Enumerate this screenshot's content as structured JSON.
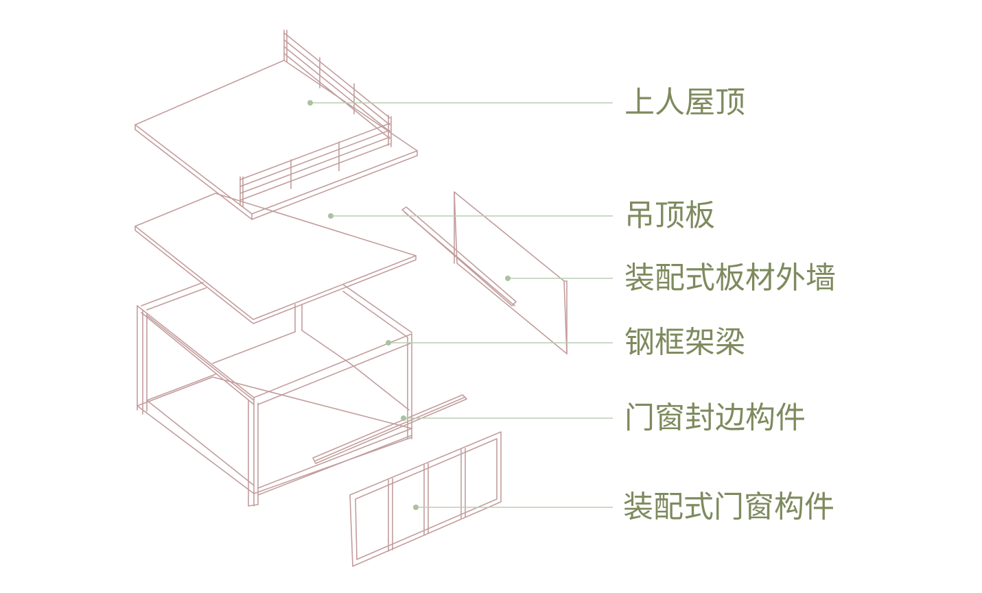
{
  "colors": {
    "structure": "#c29c9c",
    "leader": "#b9cdb2",
    "dot": "#a9c2a0",
    "label": "#7e8a5e",
    "background": "#ffffff"
  },
  "labels": [
    {
      "id": "roof",
      "text": "上人屋顶"
    },
    {
      "id": "ceiling",
      "text": "吊顶板"
    },
    {
      "id": "wall",
      "text": "装配式板材外墙"
    },
    {
      "id": "frame",
      "text": "钢框架梁"
    },
    {
      "id": "trim",
      "text": "门窗封边构件"
    },
    {
      "id": "window",
      "text": "装配式门窗构件"
    }
  ]
}
